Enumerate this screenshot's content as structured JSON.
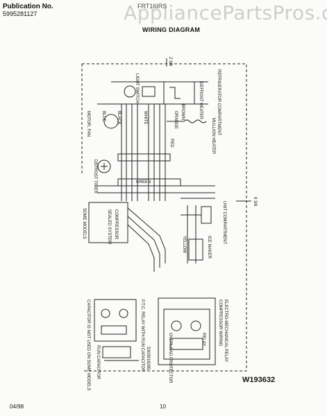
{
  "header": {
    "publication_label": "Publication No.",
    "publication_number": "5995281127",
    "model_number": "FRT16IRS",
    "title": "WIRING DIAGRAM"
  },
  "watermark": "AppliancePartsPros.com",
  "labels": {
    "light_switch": "LIGHT SWITCH",
    "defrost_heater": "DEFROST HEATER",
    "refrigerator_compartment": "REFRIGERATOR COMPARTMENT",
    "mullion_heater": "MULLION HEATER",
    "motor_fan": "MOTOR, FAN",
    "defrost_timer": "DEFROST TIMER",
    "sealed_system": "SEALED SYSTEM",
    "compressor": "COMPRESSOR",
    "some_models": "SOME MODELS",
    "unit_compartment": "UNIT COMPARTMENT",
    "icemaker": "ICE MAKER",
    "compressor_wiring": "COMPRESSOR WIRING",
    "electro_mechanical_relay": "ELECTRO-MECHANICAL RELAY",
    "overload_protector": "OVERLOAD PROTECTOR",
    "start_relay": "RELAY",
    "run_capacitor": "RUN CAPACITOR",
    "relay_with_run_capacitor": "P.T.C. RELAY WITH RUN CAPACITOR",
    "capacitor_note": "CAPACITOR IS NOT USED ON SOME MODELS",
    "part_ref": "5303918285",
    "wire_white": "WHITE",
    "wire_black": "BLACK",
    "wire_red": "RED",
    "wire_green": "GREEN",
    "wire_yellow": "YELLOW",
    "wire_brown": "BROWN",
    "wire_orange": "ORANGE",
    "wire_blue": "BLUE",
    "dim_top": "2 3/8",
    "dim_side": "9 3/8"
  },
  "footer": {
    "diagram_code": "W193632",
    "date": "04/98",
    "page_number": "10"
  }
}
